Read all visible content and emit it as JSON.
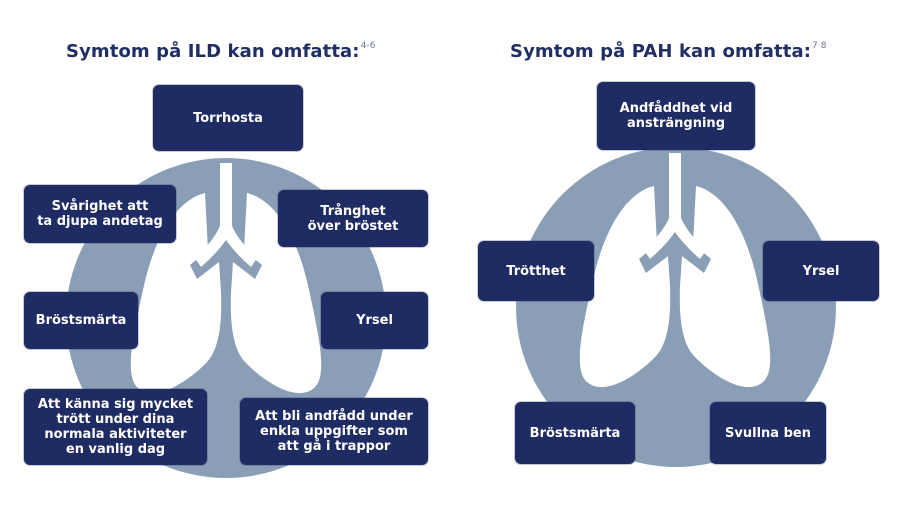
{
  "colors": {
    "title": "#1f2f63",
    "box_fill": "#1f2b63",
    "box_text": "#ffffff",
    "circle_fill": "#8a9fb6",
    "lung_fill": "#ffffff"
  },
  "ild": {
    "title": "Symtom på ILD kan omfatta:",
    "superscript": "4-6",
    "symptoms": [
      "Torrhosta",
      "Svårighet att\nta djupa andetag",
      "Trånghet\növer bröstet",
      "Bröstsmärta",
      "Yrsel",
      "Att känna sig mycket\ntrött under dina\nnormala aktiviteter\nen vanlig dag",
      "Att bli andfådd under\nenkla uppgifter som\natt gå i trappor"
    ]
  },
  "pah": {
    "title": "Symtom på PAH kan omfatta:",
    "superscript": "7 8",
    "symptoms": [
      "Andfåddhet vid\nansträngning",
      "Trötthet",
      "Yrsel",
      "Bröstsmärta",
      "Svullna ben"
    ]
  }
}
